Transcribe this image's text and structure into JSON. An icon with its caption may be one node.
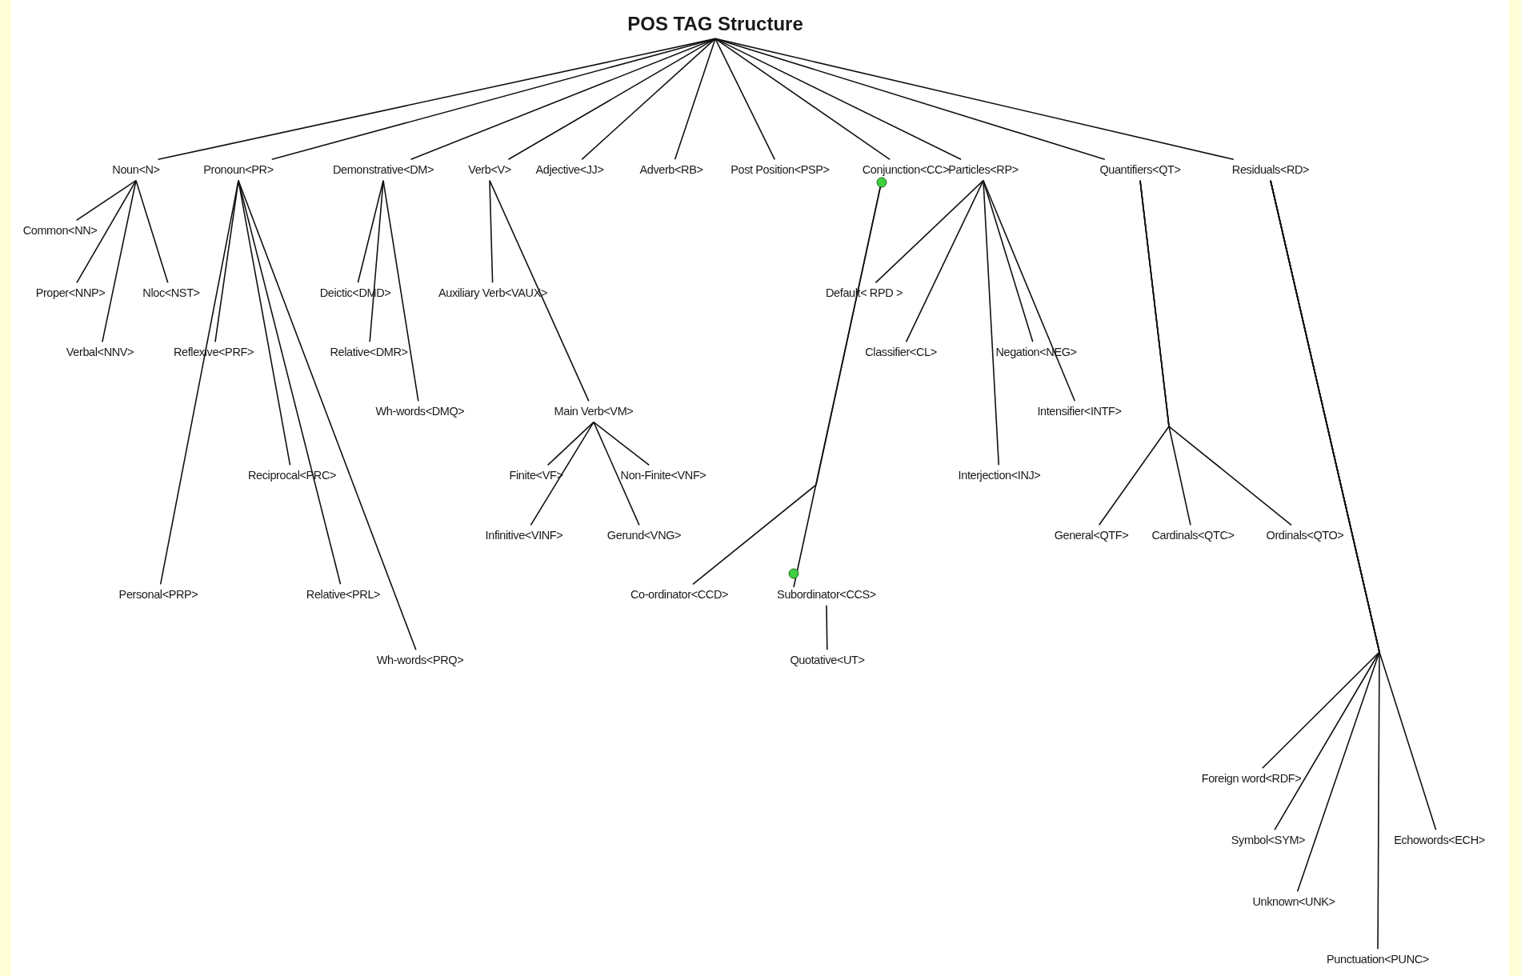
{
  "diagram": {
    "nodes": [
      {
        "text": [
          "POS TAG Structure"
        ]
      },
      {
        "text": [
          "Noun<N>"
        ]
      },
      {
        "text": [
          "Pronoun<PR>"
        ]
      },
      {
        "text": [
          "Demonstrative<DM>"
        ]
      },
      {
        "text": [
          "Verb<V>"
        ]
      },
      {
        "text": [
          "Adjective<JJ>"
        ]
      },
      {
        "text": [
          "Adverb<RB>"
        ]
      },
      {
        "text": [
          "Post Position<PSP>"
        ]
      },
      {
        "text": [
          "Conjunction<CC>"
        ]
      },
      {
        "text": [
          "Particles<RP>"
        ]
      },
      {
        "text": [
          "Quantifiers<QT>"
        ]
      },
      {
        "text": [
          "Residuals<RD>"
        ]
      },
      {
        "text": [
          "Common<NN>"
        ]
      },
      {
        "text": [
          "Proper<NNP>"
        ]
      },
      {
        "text": [
          "Nloc<NST>"
        ]
      },
      {
        "text": [
          "Deictic<DMD>"
        ]
      },
      {
        "text": [
          "Auxiliary Verb<VAUX>"
        ]
      },
      {
        "text": [
          "Default< RPD >"
        ]
      },
      {
        "text": [
          "Verbal<NNV>"
        ]
      },
      {
        "text": [
          "Reflexive<PRF>"
        ]
      },
      {
        "text": [
          "Relative<DMR>"
        ]
      },
      {
        "text": [
          "Classifier<CL>"
        ]
      },
      {
        "text": [
          "Negation<NEG>"
        ]
      },
      {
        "text": [
          "Wh-words<DMQ>"
        ]
      },
      {
        "text": [
          "Main Verb<VM>"
        ]
      },
      {
        "text": [
          "Intensifier<INTF>"
        ]
      },
      {
        "text": [
          "Reciprocal<PRC>"
        ]
      },
      {
        "text": [
          "Finite<VF>"
        ]
      },
      {
        "text": [
          "Non-Finite<VNF>"
        ]
      },
      {
        "text": [
          "Interjection<INJ>"
        ]
      },
      {
        "text": [
          "Infinitive<VINF>"
        ]
      },
      {
        "text": [
          "Gerund<VNG>"
        ]
      },
      {
        "text": [
          "General<QTF>"
        ]
      },
      {
        "text": [
          "Cardinals<QTC>"
        ]
      },
      {
        "text": [
          "Ordinals<QTO>"
        ]
      },
      {
        "text": [
          "Personal<PRP>"
        ]
      },
      {
        "text": [
          "Relative<PRL>"
        ]
      },
      {
        "text": [
          "Co-ordinator<CCD>"
        ]
      },
      {
        "text": [
          "Subordinator<CCS>"
        ]
      },
      {
        "text": [
          "Wh-words<PRQ>"
        ]
      },
      {
        "text": [
          "Quotative<UT>"
        ]
      },
      {
        "text": [
          "Foreign word<RDF>"
        ]
      },
      {
        "text": [
          "Symbol<SYM>"
        ]
      },
      {
        "text": [
          "Echowords<ECH>"
        ]
      },
      {
        "text": [
          "Unknown<UNK>"
        ]
      },
      {
        "text": [
          "Punctuation<PUNC>"
        ]
      }
    ],
    "edges": [
      {
        "from": 0,
        "to": 1,
        "arrow": "none"
      },
      {
        "from": 0,
        "to": 2,
        "arrow": "none"
      },
      {
        "from": 0,
        "to": 3,
        "arrow": "none"
      },
      {
        "from": 0,
        "to": 4,
        "arrow": "none"
      },
      {
        "from": 0,
        "to": 5,
        "arrow": "none"
      },
      {
        "from": 0,
        "to": 6,
        "arrow": "none"
      },
      {
        "from": 0,
        "to": 7,
        "arrow": "none"
      },
      {
        "from": 0,
        "to": 8,
        "arrow": "none"
      },
      {
        "from": 0,
        "to": 9,
        "arrow": "none"
      },
      {
        "from": 0,
        "to": 10,
        "arrow": "none"
      },
      {
        "from": 0,
        "to": 11,
        "arrow": "none"
      },
      {
        "from": 1,
        "to": 12,
        "arrow": "none"
      },
      {
        "from": 1,
        "to": 13,
        "arrow": "none"
      },
      {
        "from": 1,
        "to": 18,
        "arrow": "none"
      },
      {
        "from": 1,
        "to": 14,
        "arrow": "none"
      },
      {
        "from": 2,
        "to": 35,
        "arrow": "none"
      },
      {
        "from": 2,
        "to": 19,
        "arrow": "none"
      },
      {
        "from": 2,
        "to": 26,
        "arrow": "none"
      },
      {
        "from": 2,
        "to": 36,
        "arrow": "none"
      },
      {
        "from": 2,
        "to": 39,
        "arrow": "none"
      },
      {
        "from": 3,
        "to": 15,
        "arrow": "none"
      },
      {
        "from": 3,
        "to": 20,
        "arrow": "none"
      },
      {
        "from": 3,
        "to": 23,
        "arrow": "none"
      },
      {
        "from": 4,
        "to": 16,
        "arrow": "none"
      },
      {
        "from": 4,
        "to": 24,
        "arrow": "none"
      },
      {
        "from": 24,
        "to": 27,
        "arrow": "none"
      },
      {
        "from": 24,
        "to": 28,
        "arrow": "none"
      },
      {
        "from": 24,
        "to": 30,
        "arrow": "none"
      },
      {
        "from": 24,
        "to": 31,
        "arrow": "none"
      },
      {
        "from": 8,
        "to": 37,
        "arrow": "none"
      },
      {
        "from": 8,
        "to": 38,
        "arrow": "none"
      },
      {
        "from": 38,
        "to": 40,
        "arrow": "none"
      },
      {
        "from": 9,
        "to": 17,
        "arrow": "none"
      },
      {
        "from": 9,
        "to": 21,
        "arrow": "none"
      },
      {
        "from": 9,
        "to": 29,
        "arrow": "none"
      },
      {
        "from": 9,
        "to": 22,
        "arrow": "none"
      },
      {
        "from": 9,
        "to": 25,
        "arrow": "none"
      },
      {
        "from": 10,
        "to": 32,
        "arrow": "none"
      },
      {
        "from": 10,
        "to": 33,
        "arrow": "none"
      },
      {
        "from": 10,
        "to": 34,
        "arrow": "none"
      },
      {
        "from": 11,
        "to": 41,
        "arrow": "none"
      },
      {
        "from": 11,
        "to": 42,
        "arrow": "none"
      },
      {
        "from": 11,
        "to": 44,
        "arrow": "none"
      },
      {
        "from": 11,
        "to": 45,
        "arrow": "none"
      },
      {
        "from": 11,
        "to": 43,
        "arrow": "none"
      }
    ]
  }
}
